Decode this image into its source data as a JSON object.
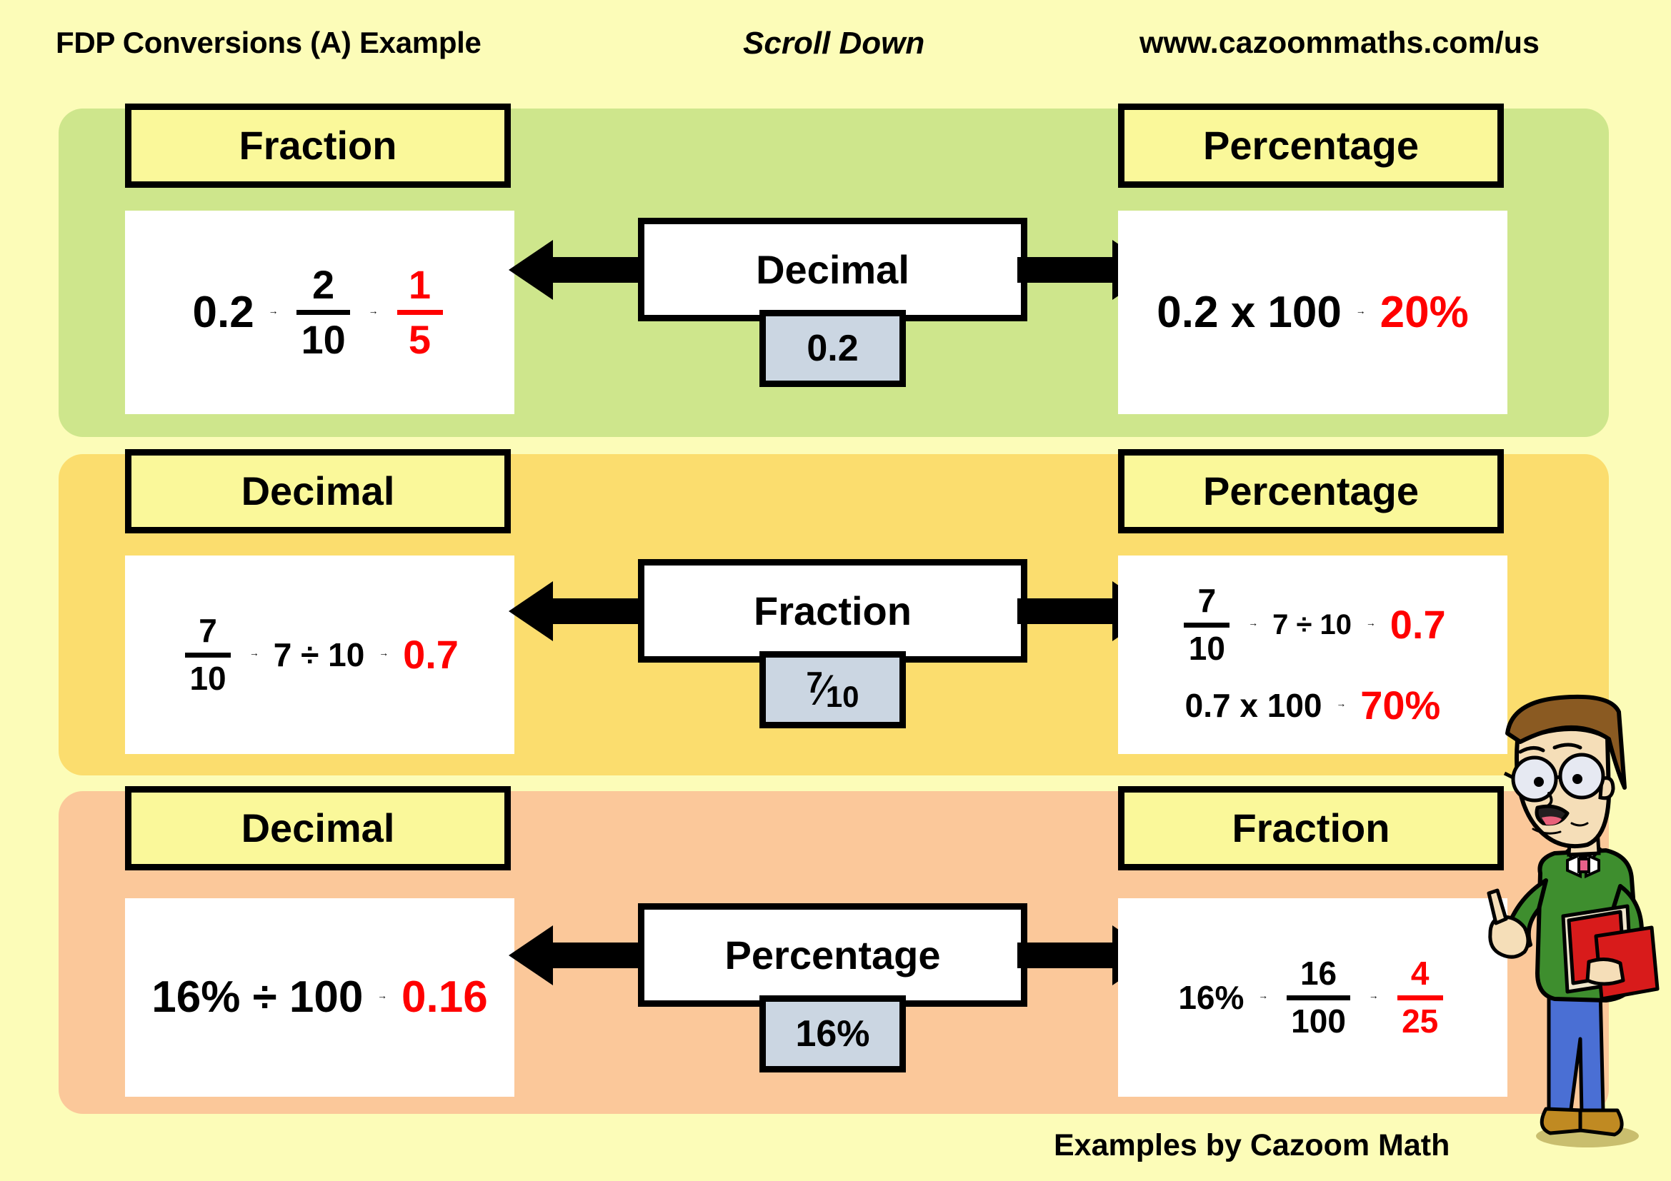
{
  "header": {
    "title": "FDP Conversions (A) Example",
    "scroll_hint": "Scroll Down",
    "url": "www.cazoommaths.com/us"
  },
  "footer": {
    "credit": "Examples by Cazoom Math"
  },
  "colors": {
    "page_background": "#FCFCB8",
    "row_1_background": "#CEE68C",
    "row_2_background": "#FBDD6E",
    "row_3_background": "#FBC89A",
    "category_box_background": "#FAF89A",
    "value_chip_background": "#CBD6E2",
    "panel_background": "#FFFFFF",
    "answer_highlight": "#FF0000",
    "text": "#000000"
  },
  "rows": [
    {
      "hub_label": "Decimal",
      "hub_value": "0.2",
      "hub_value_kind": "plain",
      "left": {
        "category": "Fraction",
        "lines": [
          {
            "parts": [
              {
                "type": "text",
                "value": "0.2",
                "color": "black",
                "size": "xl"
              },
              {
                "type": "arrow"
              },
              {
                "type": "fraction",
                "numerator": "2",
                "denominator": "10",
                "color": "black",
                "size": "lg"
              },
              {
                "type": "arrow"
              },
              {
                "type": "fraction",
                "numerator": "1",
                "denominator": "5",
                "color": "red",
                "size": "lg"
              }
            ]
          }
        ]
      },
      "right": {
        "category": "Percentage",
        "lines": [
          {
            "parts": [
              {
                "type": "text",
                "value": "0.2 x 100",
                "color": "black",
                "size": "xl"
              },
              {
                "type": "arrow"
              },
              {
                "type": "text",
                "value": "20%",
                "color": "red",
                "size": "xl"
              }
            ]
          }
        ]
      }
    },
    {
      "hub_label": "Fraction",
      "hub_value": "7/10",
      "hub_value_kind": "diagonal-fraction",
      "hub_value_numerator": "7",
      "hub_value_denominator": "10",
      "left": {
        "category": "Decimal",
        "lines": [
          {
            "parts": [
              {
                "type": "fraction",
                "numerator": "7",
                "denominator": "10",
                "color": "black",
                "size": "md"
              },
              {
                "type": "arrow"
              },
              {
                "type": "text",
                "value": "7 ÷ 10",
                "color": "black",
                "size": "md"
              },
              {
                "type": "arrow"
              },
              {
                "type": "text",
                "value": "0.7",
                "color": "red",
                "size": "lg"
              }
            ]
          }
        ]
      },
      "right": {
        "category": "Percentage",
        "lines": [
          {
            "parts": [
              {
                "type": "fraction",
                "numerator": "7",
                "denominator": "10",
                "color": "black",
                "size": "md"
              },
              {
                "type": "arrow"
              },
              {
                "type": "text",
                "value": "7 ÷ 10",
                "color": "black",
                "size": "sm"
              },
              {
                "type": "arrow"
              },
              {
                "type": "text",
                "value": "0.7",
                "color": "red",
                "size": "lg"
              }
            ]
          },
          {
            "parts": [
              {
                "type": "text",
                "value": "0.7 x 100",
                "color": "black",
                "size": "md"
              },
              {
                "type": "arrow"
              },
              {
                "type": "text",
                "value": "70%",
                "color": "red",
                "size": "lg"
              }
            ]
          }
        ]
      }
    },
    {
      "hub_label": "Percentage",
      "hub_value": "16%",
      "hub_value_kind": "plain",
      "left": {
        "category": "Decimal",
        "lines": [
          {
            "parts": [
              {
                "type": "text",
                "value": "16% ÷ 100",
                "color": "black",
                "size": "xl"
              },
              {
                "type": "arrow"
              },
              {
                "type": "text",
                "value": "0.16",
                "color": "red",
                "size": "xl"
              }
            ]
          }
        ]
      },
      "right": {
        "category": "Fraction",
        "lines": [
          {
            "parts": [
              {
                "type": "text",
                "value": "16%",
                "color": "black",
                "size": "md"
              },
              {
                "type": "arrow"
              },
              {
                "type": "fraction",
                "numerator": "16",
                "denominator": "100",
                "color": "black",
                "size": "md"
              },
              {
                "type": "arrow"
              },
              {
                "type": "fraction",
                "numerator": "4",
                "denominator": "25",
                "color": "red",
                "size": "md"
              }
            ]
          }
        ]
      }
    }
  ],
  "character": {
    "description": "cartoon student pointing up, holding red books",
    "hair_color": "#8A5A22",
    "skin_color": "#F5DEB8",
    "sweater_color": "#3E8E2E",
    "jeans_color": "#4A6FD4",
    "book_color": "#D81B1B",
    "shoe_color": "#C08A22"
  },
  "icons": {
    "arrow_left": "left-arrow-icon",
    "arrow_right": "right-arrow-icon",
    "small_arrow": "small-right-arrow-icon"
  }
}
